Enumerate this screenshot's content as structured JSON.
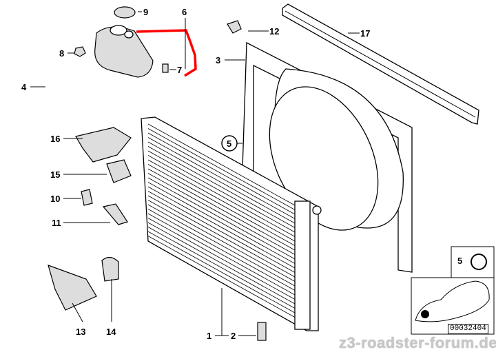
{
  "labels": {
    "p1": "1",
    "p2": "2",
    "p3": "3",
    "p4": "4",
    "p5": "5",
    "p5_inset": "5",
    "p6": "6",
    "p7": "7",
    "p8": "8",
    "p9": "9",
    "p10": "10",
    "p11": "11",
    "p12": "12",
    "p13": "13",
    "p14": "14",
    "p15": "15",
    "p16": "16",
    "p17": "17"
  },
  "diagram_code": "00032404",
  "watermark": "z3-roadster-forum.de",
  "colors": {
    "highlight": "#ff0000",
    "line": "#000000"
  }
}
